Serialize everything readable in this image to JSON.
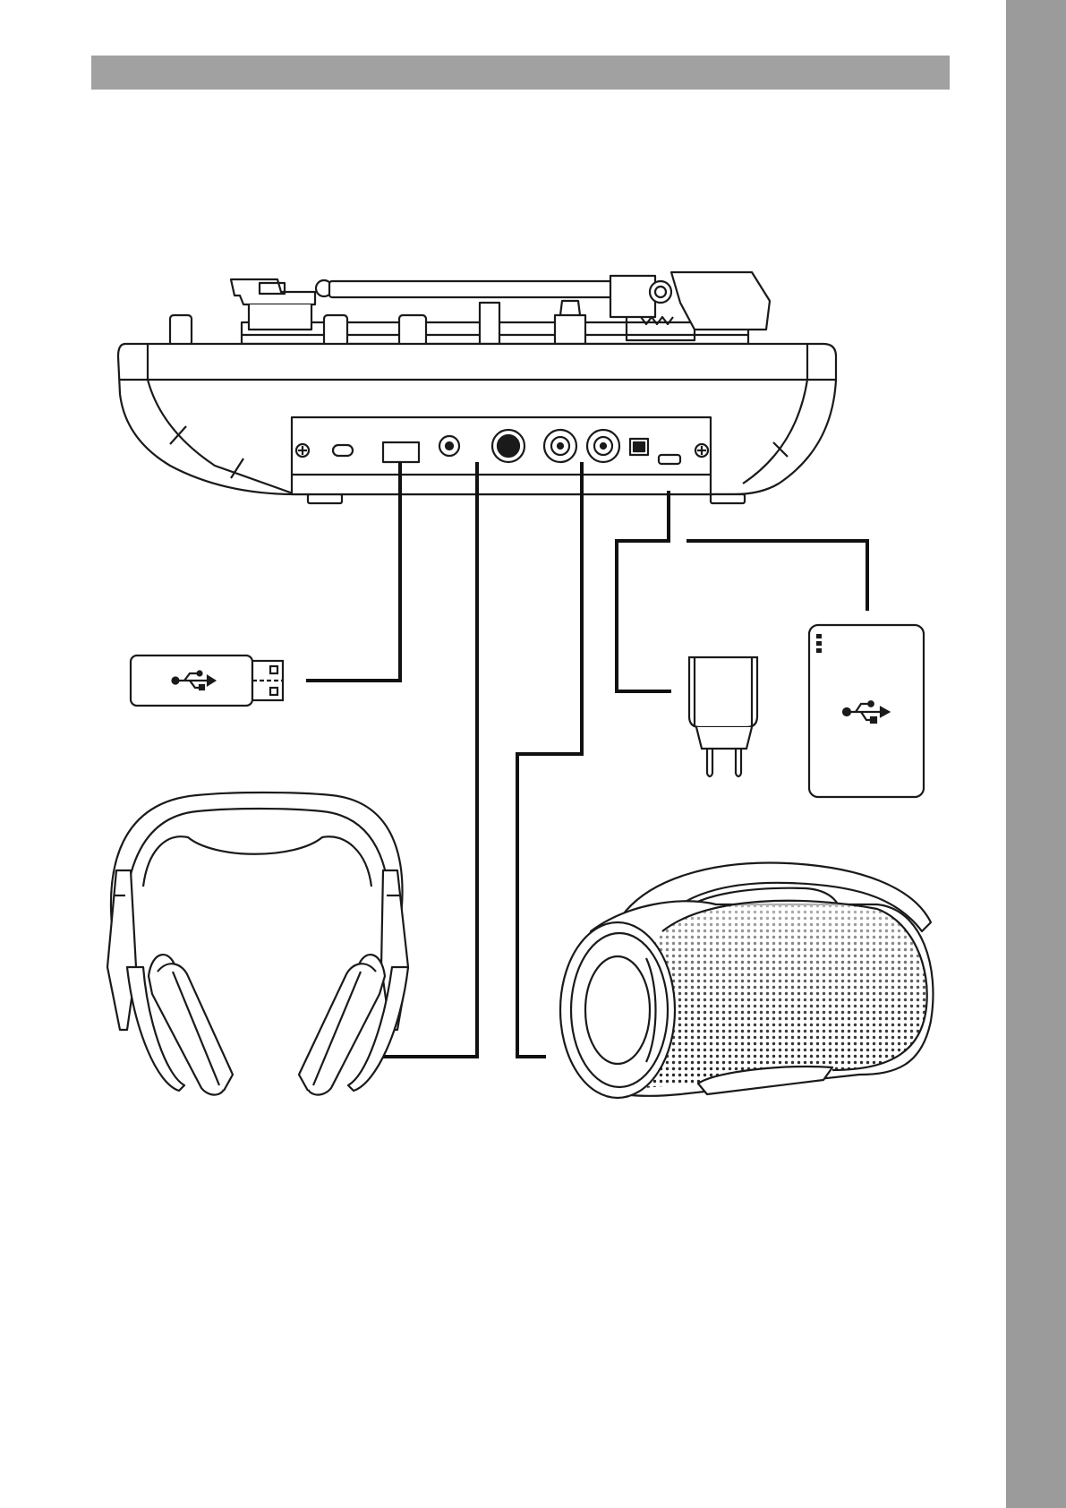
{
  "colors": {
    "side_tab": "#9b9b9b",
    "header_bar": "#a1a1a1",
    "line": "#1a1a1a",
    "fill": "#ffffff",
    "grille": "#222222"
  },
  "icons": {
    "usb_symbol": "usb-icon",
    "power_adapter": "power-plug-icon",
    "headphones": "headphones-icon",
    "speaker": "speaker-icon",
    "usb_drive": "usb-stick-icon",
    "power_bank": "power-bank-icon"
  },
  "devices": [
    "turntable",
    "usb-flash-drive",
    "headphones",
    "power-adapter",
    "power-bank",
    "portable-speaker"
  ]
}
